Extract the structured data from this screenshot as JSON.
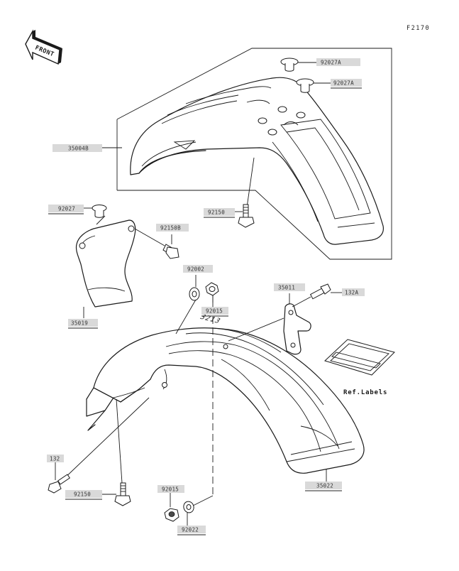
{
  "diagram": {
    "figure_code": "F2170",
    "front_label": "FRONT",
    "ref_labels_text": "Ref.Labels",
    "decal_text": "3213",
    "colors": {
      "ink": "#1a1a1a",
      "label_bg": "#d9d9d9",
      "label_text": "#333333"
    },
    "part_labels": {
      "p92027a_top": "92027A",
      "p92027a_bottom": "92027A",
      "p35004b": "35004B",
      "p92027": "92027",
      "p92150b": "92150B",
      "p92150_upper": "92150",
      "p35019": "35019",
      "p92002": "92002",
      "p92015_upper": "92015",
      "p35011": "35011",
      "p132a": "132A",
      "p132": "132",
      "p92150_lower": "92150",
      "p92015_lower": "92015",
      "p92022": "92022",
      "p35022": "35022"
    }
  }
}
